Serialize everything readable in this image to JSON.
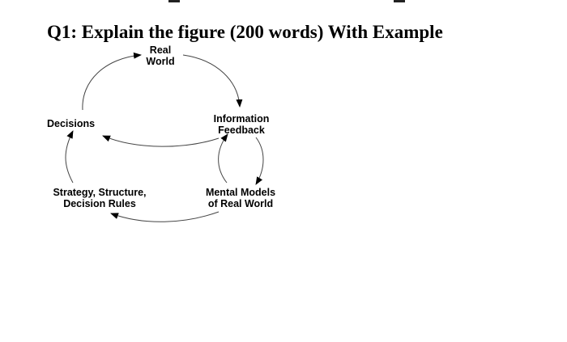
{
  "question": "Q1: Explain the figure (200 words) With Example",
  "diagram": {
    "nodes": {
      "real_world": {
        "line1": "Real",
        "line2": "World"
      },
      "information_feedback": {
        "line1": "Information",
        "line2": "Feedback"
      },
      "decisions": {
        "line1": "Decisions"
      },
      "strategy": {
        "line1": "Strategy, Structure,",
        "line2": "Decision Rules"
      },
      "mental_models": {
        "line1": "Mental Models",
        "line2": "of Real World"
      }
    },
    "edges": [
      {
        "from": "Decisions",
        "to": "Real World"
      },
      {
        "from": "Real World",
        "to": "Information Feedback"
      },
      {
        "from": "Information Feedback",
        "to": "Decisions"
      },
      {
        "from": "Information Feedback",
        "to": "Mental Models of Real World"
      },
      {
        "from": "Mental Models of Real World",
        "to": "Information Feedback"
      },
      {
        "from": "Mental Models of Real World",
        "to": "Strategy, Structure, Decision Rules"
      },
      {
        "from": "Strategy, Structure, Decision Rules",
        "to": "Decisions"
      }
    ],
    "colors": {
      "ink": "#000000",
      "arrow_line": "#444444"
    }
  }
}
